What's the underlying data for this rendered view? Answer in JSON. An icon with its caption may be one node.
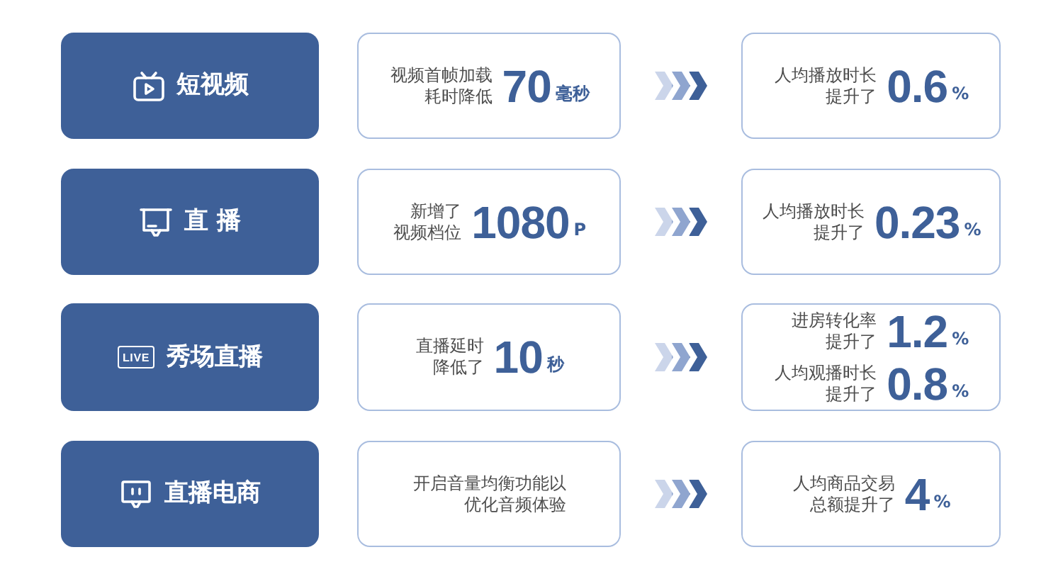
{
  "diagram": {
    "nodes": [
      {
        "text": [
          "短视频"
        ]
      },
      {
        "text": [
          "视频首帧加载耗时降低",
          "70",
          "毫秒"
        ]
      },
      {
        "text": [
          "人均播放时长提升了",
          "0.6",
          "%"
        ]
      },
      {
        "text": [
          "直 播"
        ]
      },
      {
        "text": [
          "新增了视频档位",
          "1080",
          "P"
        ]
      },
      {
        "text": [
          "人均播放时长提升了",
          "0.23",
          "%"
        ]
      },
      {
        "text": [
          "秀场直播"
        ]
      },
      {
        "text": [
          "直播延时降低了",
          "10",
          "秒"
        ]
      },
      {
        "text": [
          "进房转化率提升了",
          "1.2",
          "%",
          "人均观播时长提升了",
          "0.8",
          "%"
        ]
      },
      {
        "text": [
          "直播电商"
        ]
      },
      {
        "text": [
          "开启音量均衡功能以优化音频体验"
        ]
      },
      {
        "text": [
          "人均商品交易总额提升了",
          "4",
          "%"
        ]
      }
    ],
    "edges": [
      {
        "from": 1,
        "to": 2,
        "arrow": "to"
      },
      {
        "from": 4,
        "to": 5,
        "arrow": "to"
      },
      {
        "from": 7,
        "to": 8,
        "arrow": "to"
      },
      {
        "from": 10,
        "to": 11,
        "arrow": "to"
      }
    ],
    "labels": [
      "LIVE"
    ]
  }
}
